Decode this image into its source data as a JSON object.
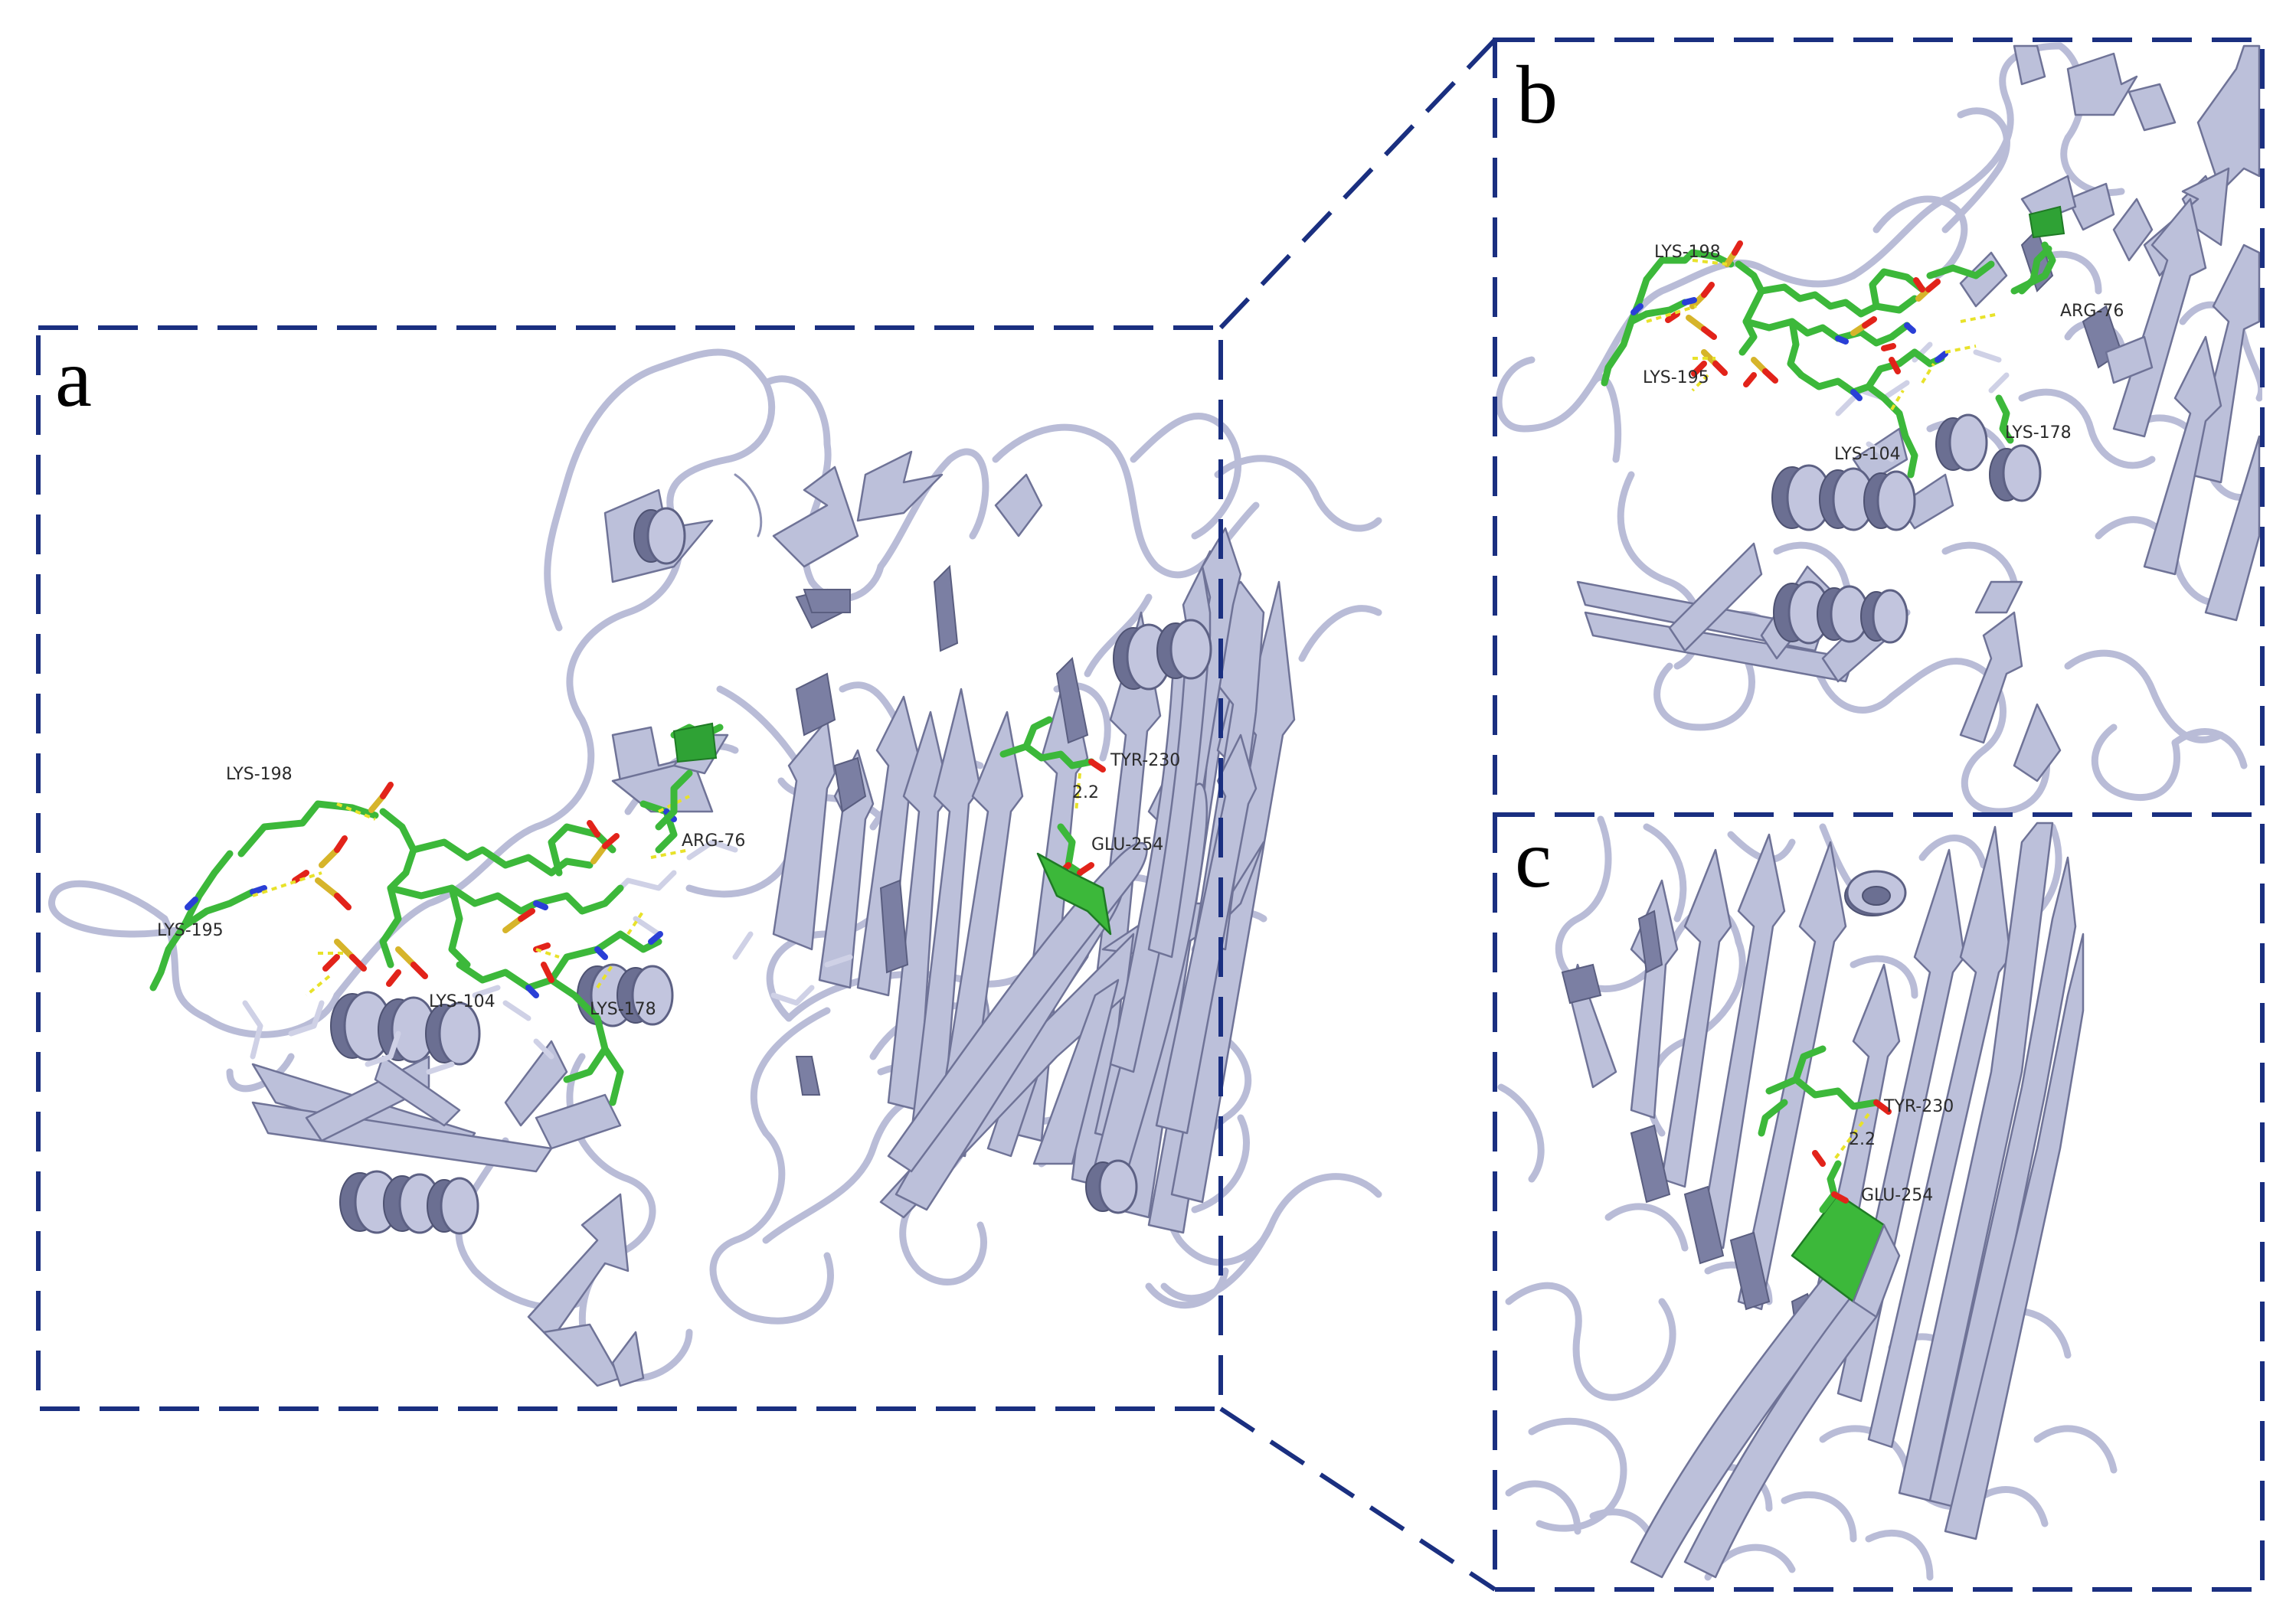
{
  "panels": {
    "a": {
      "letter": "a"
    },
    "b": {
      "letter": "b"
    },
    "c": {
      "letter": "c"
    }
  },
  "labels": {
    "lys198": "LYS-198",
    "lys195": "LYS-195",
    "lys104": "LYS-104",
    "lys178": "LYS-178",
    "arg76": "ARG-76",
    "tyr230": "TYR-230",
    "glu254": "GLU-254",
    "dist": "2.2"
  },
  "colors": {
    "frame": "#1a2f80",
    "protein": "#bcc0da",
    "residue": "#3cb83a",
    "oxygen": "#e2231a",
    "sulfur": "#d6b42a",
    "nitrogen": "#2a3fd6",
    "hbond": "#e8e22a"
  }
}
